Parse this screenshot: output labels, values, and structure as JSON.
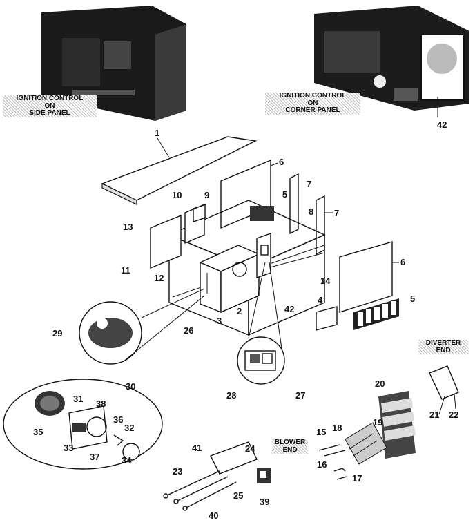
{
  "captions": {
    "ignition_left": [
      "IGNITION CONTROL",
      "ON",
      "SIDE PANEL"
    ],
    "ignition_right": [
      "IGNITION CONTROL",
      "ON",
      "CORNER PANEL"
    ],
    "diverter_end": [
      "DIVERTER",
      "END"
    ],
    "blower_end": [
      "BLOWER",
      "END"
    ]
  },
  "callouts": {
    "p1": "1",
    "p2": "2",
    "p3": "3",
    "p4": "4",
    "p5a": "5",
    "p5b": "5",
    "p6a": "6",
    "p6b": "6",
    "p7a": "7",
    "p7b": "7",
    "p8": "8",
    "p9": "9",
    "p10": "10",
    "p11": "11",
    "p12": "12",
    "p13": "13",
    "p14": "14",
    "p15": "15",
    "p16": "16",
    "p17": "17",
    "p18": "18",
    "p19": "19",
    "p20": "20",
    "p21": "21",
    "p22": "22",
    "p23": "23",
    "p24": "24",
    "p25": "25",
    "p26": "26",
    "p27": "27",
    "p28": "28",
    "p29": "29",
    "p30": "30",
    "p31": "31",
    "p32": "32",
    "p33": "33",
    "p34": "34",
    "p35": "35",
    "p36": "36",
    "p37": "37",
    "p38": "38",
    "p39": "39",
    "p40": "40",
    "p41": "41",
    "p42a": "42",
    "p42b": "42"
  }
}
